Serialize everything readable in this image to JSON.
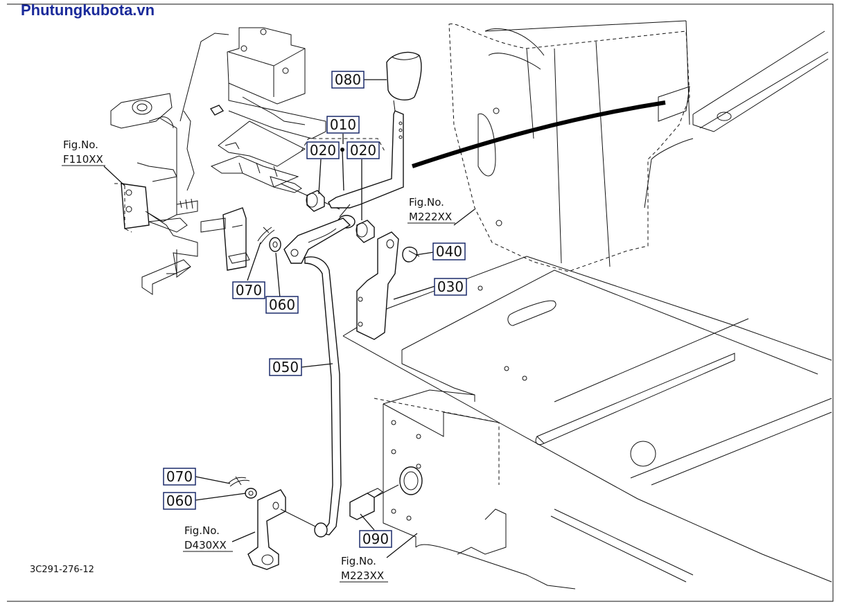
{
  "watermark": "Phutungkubota.vn",
  "drawing_code": "3C291-276-12",
  "parts": {
    "p010": "010",
    "p020a": "020",
    "p020b": "020",
    "p030": "030",
    "p040": "040",
    "p050": "050",
    "p060a": "060",
    "p060b": "060",
    "p070a": "070",
    "p070b": "070",
    "p080": "080",
    "p090": "090"
  },
  "figure_refs": {
    "f110": {
      "line1": "Fig.No.",
      "line2": "F110XX"
    },
    "m222": {
      "line1": "Fig.No.",
      "line2": "M222XX"
    },
    "d430": {
      "line1": "Fig.No.",
      "line2": "D430XX"
    },
    "m223": {
      "line1": "Fig.No.",
      "line2": "M223XX"
    }
  }
}
